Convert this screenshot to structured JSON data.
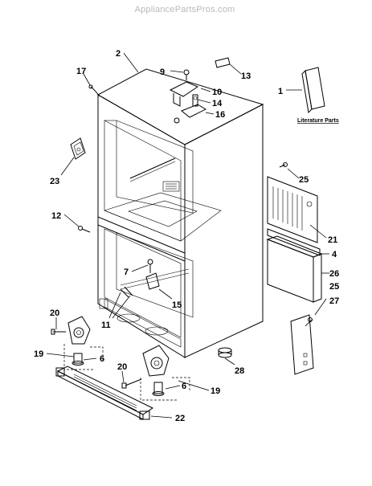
{
  "watermark": "AppliancePartsPros.com",
  "literature_label": "Literature Parts",
  "callouts": {
    "c1": "1",
    "c2": "2",
    "c4": "4",
    "c6a": "6",
    "c6b": "6",
    "c7": "7",
    "c9": "9",
    "c10": "10",
    "c11": "11",
    "c12": "12",
    "c13": "13",
    "c14": "14",
    "c15": "15",
    "c16": "16",
    "c17": "17",
    "c19a": "19",
    "c19b": "19",
    "c20a": "20",
    "c20b": "20",
    "c21": "21",
    "c22": "22",
    "c23": "23",
    "c25a": "25",
    "c25b": "25",
    "c26": "26",
    "c27": "27",
    "c28": "28"
  }
}
